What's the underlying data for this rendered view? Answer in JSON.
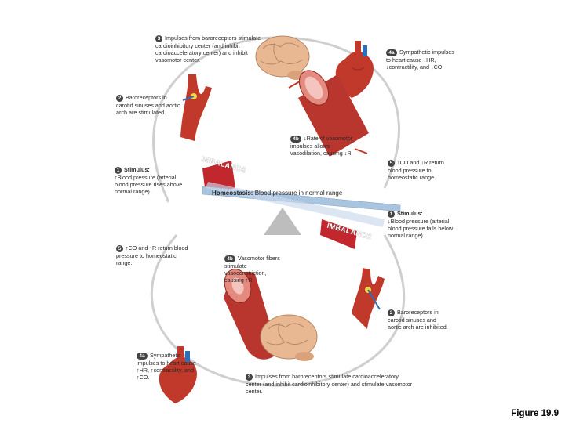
{
  "top": {
    "step3": {
      "badge": "3",
      "text": "Impulses from baroreceptors stimulate cardioinhibitory center (and inhibit cardioacceleratory center) and inhibit vasomotor center."
    },
    "step4a": {
      "badge": "4a",
      "text": "Sympathetic impulses to heart cause ↓HR, ↓contractility, and ↓CO."
    },
    "step2": {
      "badge": "2",
      "text": "Baroreceptors in carotid sinuses and aortic arch are stimulated."
    },
    "step4b": {
      "badge": "4b",
      "text": "↓Rate of vasomotor impulses allows vasodilation, causing ↓R"
    },
    "step1": {
      "badge": "1",
      "title": "Stimulus:",
      "text": "↑Blood pressure (arterial blood pressure rises above normal range)."
    },
    "step5": {
      "badge": "5",
      "text": "↓CO and ↓R return blood pressure to homeostatic range."
    },
    "imbalance": "IMBALANCE"
  },
  "homeostasis": {
    "title": "Homeostasis:",
    "text": "Blood pressure in normal range"
  },
  "bottom": {
    "step1": {
      "badge": "1",
      "title": "Stimulus:",
      "text": "↓Blood pressure (arterial blood pressure falls below normal range)."
    },
    "step5": {
      "badge": "5",
      "text": "↑CO and ↑R return blood pressure to homeostatic range."
    },
    "step4b": {
      "badge": "4b",
      "text": "Vasomotor fibers stimulate vasoconstriction, causing ↑R"
    },
    "step2": {
      "badge": "2",
      "text": "Baroreceptors in carotid sinuses and aortic arch are inhibited."
    },
    "step4a": {
      "badge": "4a",
      "text": "Sympathetic impulses to heart cause ↑HR, ↑contractility, and ↑CO."
    },
    "step3": {
      "badge": "3",
      "text": "Impulses from baroreceptors stimulate cardioacceleratory center (and inhibit cardioinhibitory center) and stimulate vasomotor center."
    },
    "imbalance": "IMBALANCE"
  },
  "figure_label": "Figure 19.9",
  "colors": {
    "cycle": "#c9c9c9",
    "arrow_red": "#c0392b",
    "beam": "#a9c4df",
    "fulcrum": "#b8b8b8",
    "brain": "#e6b48f",
    "vessel": "#b8362d"
  }
}
